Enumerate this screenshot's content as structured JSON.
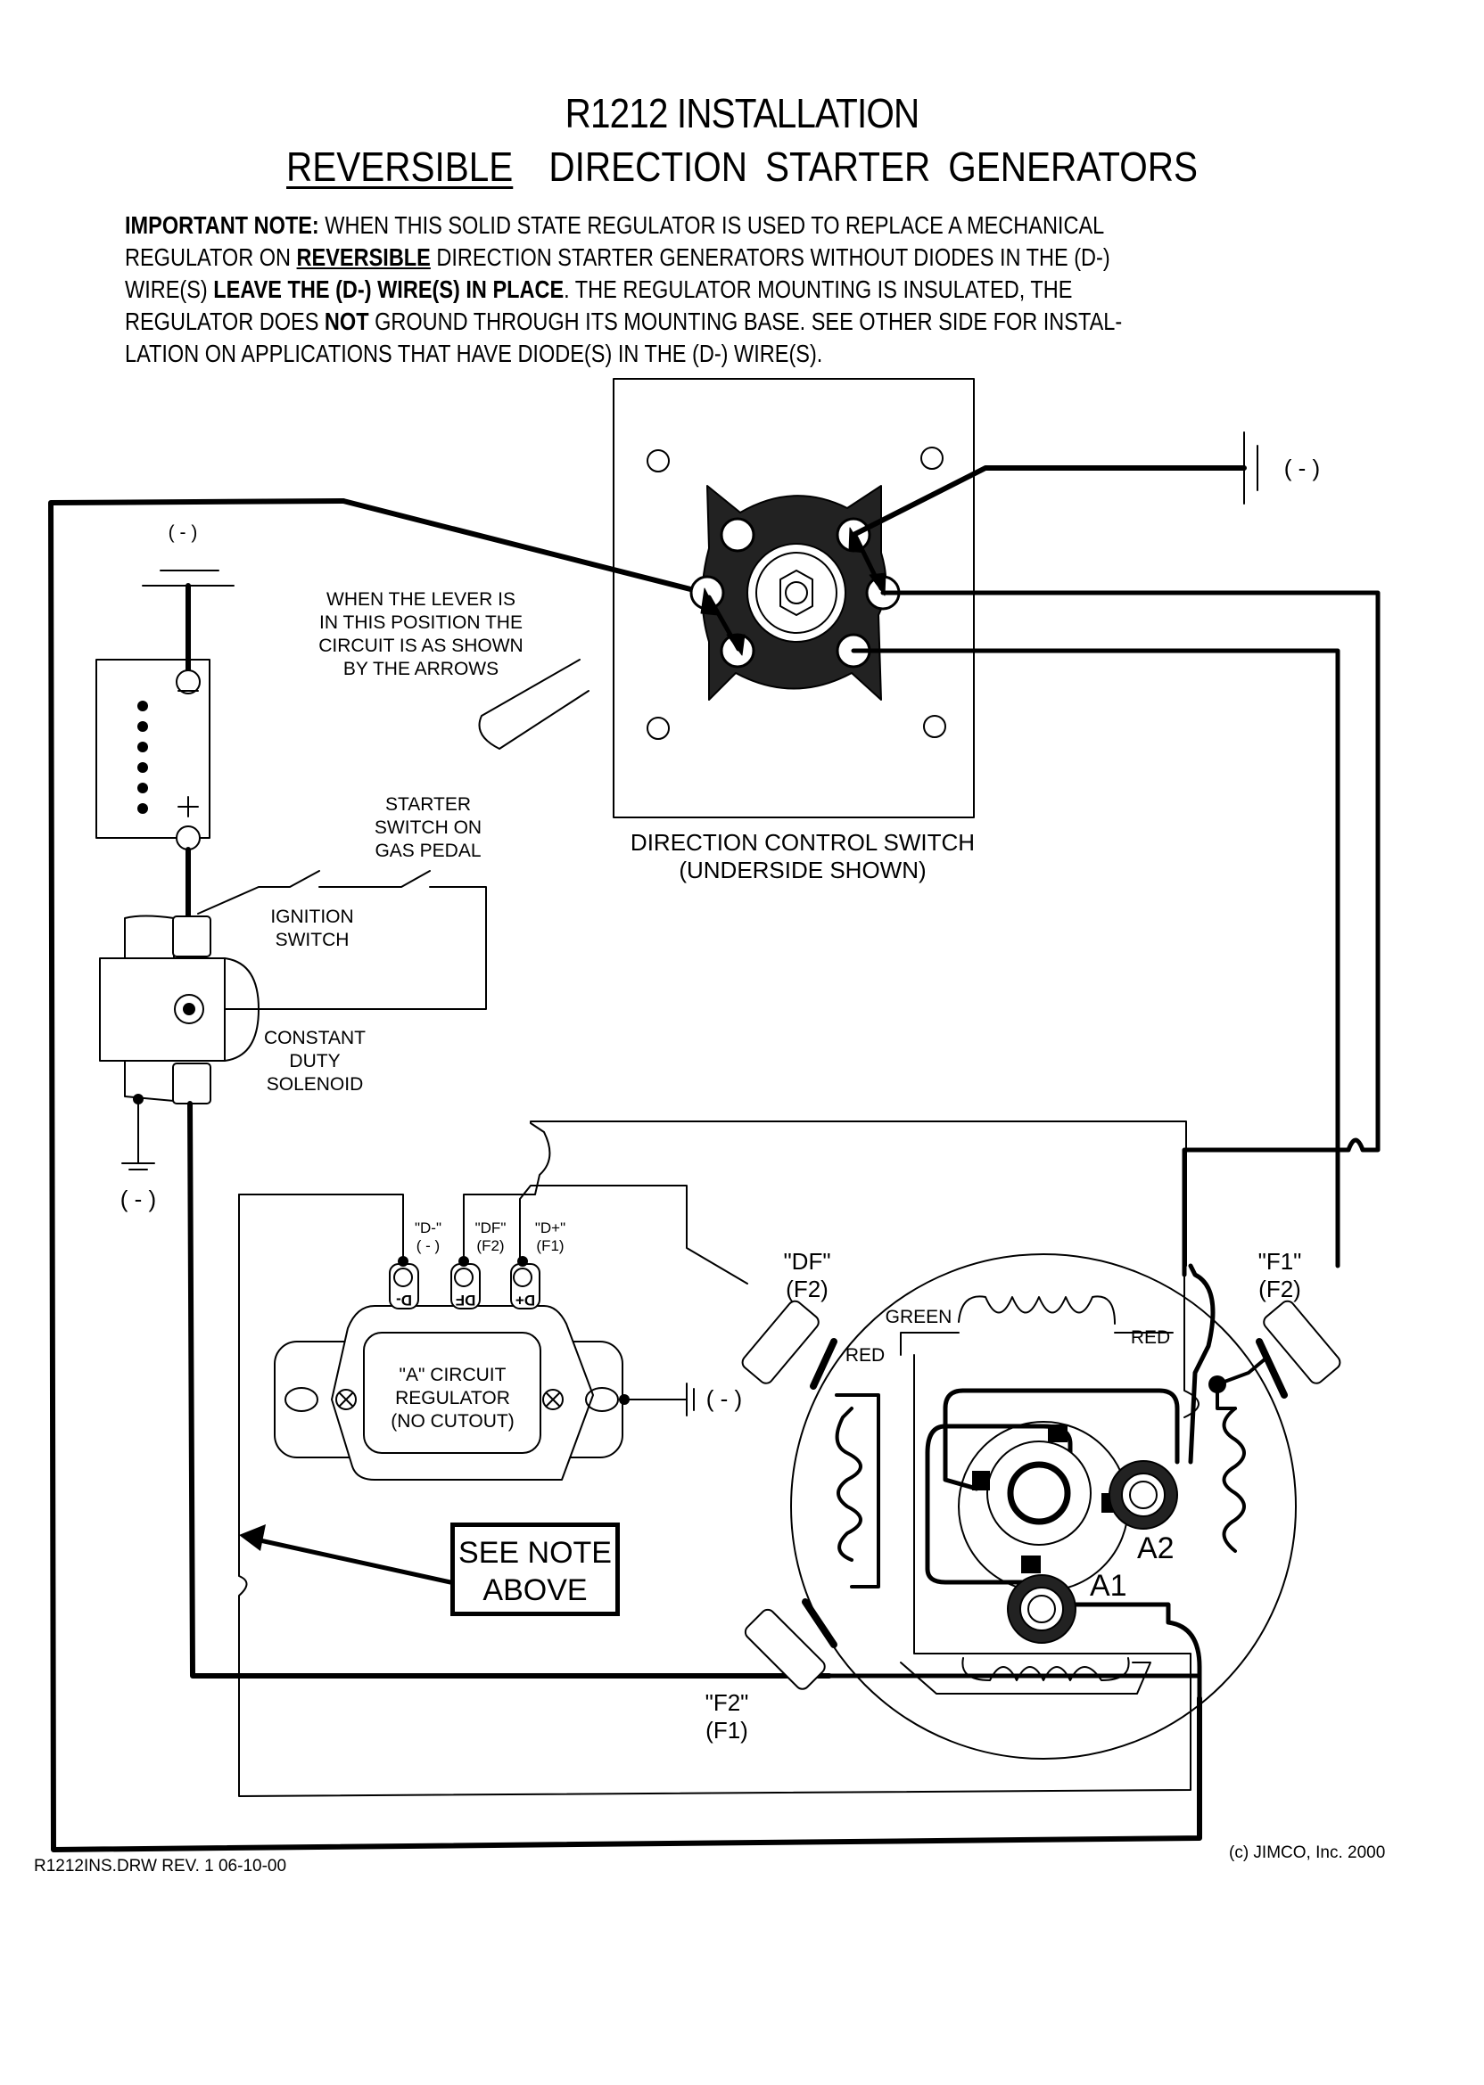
{
  "document": {
    "title_line1": "R1212 INSTALLATION",
    "title_line2_underlined": "REVERSIBLE",
    "title_line2_rest": "DIRECTION  STARTER  GENERATORS",
    "important_note": {
      "label": "IMPORTANT NOTE:",
      "part1": " WHEN THIS SOLID STATE REGULATOR IS USED TO REPLACE A MECHANICAL REGULATOR ON ",
      "emph_reversible": "REVERSIBLE",
      "part2": " DIRECTION STARTER GENERATORS WITHOUT DIODES IN THE (D-) WIRE(S) ",
      "emph_leave": "LEAVE THE (D-) WIRE(S) IN PLACE",
      "part3": ".  THE REGULATOR MOUNTING IS INSULATED,  THE REGULATOR DOES  ",
      "emph_not": "NOT",
      "part4": " GROUND THROUGH ITS MOUNTING BASE.  SEE OTHER SIDE FOR INSTAL-LATION ON APPLICATIONS THAT HAVE DIODE(S) IN THE (D-) WIRE(S)."
    }
  },
  "labels": {
    "battery_ground": "( - )",
    "battery_plus": "+",
    "battery_minus": "—",
    "lever_note": [
      "WHEN THE LEVER IS",
      "IN THIS POSITION THE",
      "CIRCUIT IS AS SHOWN",
      "BY THE ARROWS"
    ],
    "switch_ground": "( - )",
    "direction_switch": [
      "DIRECTION CONTROL SWITCH",
      "(UNDERSIDE SHOWN)"
    ],
    "starter_switch": [
      "STARTER",
      "SWITCH ON",
      "GAS PEDAL"
    ],
    "ignition_switch": [
      "IGNITION",
      "SWITCH"
    ],
    "solenoid": [
      "CONSTANT",
      "DUTY",
      "SOLENOID"
    ],
    "solenoid_ground": "( - )",
    "reg_terminal_dminus": [
      "\"D-\"",
      "( - )"
    ],
    "reg_terminal_df": [
      "\"DF\"",
      "(F2)"
    ],
    "reg_terminal_dplus": [
      "\"D+\"",
      "(F1)"
    ],
    "reg_tab_dminus": "D-",
    "reg_tab_df": "DF",
    "reg_tab_dplus": "D+",
    "regulator": [
      "\"A\" CIRCUIT",
      "REGULATOR",
      "(NO CUTOUT)"
    ],
    "regulator_ground": "( - )",
    "see_note": [
      "SEE NOTE",
      "ABOVE"
    ],
    "gen_df": [
      "\"DF\"",
      "(F2)"
    ],
    "gen_f1": [
      "\"F1\"",
      "(F2)"
    ],
    "gen_f2": [
      "\"F2\"",
      "(F1)"
    ],
    "wire_green": "GREEN",
    "wire_red_left": "RED",
    "wire_red_right": "RED",
    "terminal_a1": "A1",
    "terminal_a2": "A2"
  },
  "footer": {
    "drawing_ref": "R1212INS.DRW  REV. 1  06-10-00",
    "copyright": "(c) JIMCO, Inc.  2000"
  }
}
